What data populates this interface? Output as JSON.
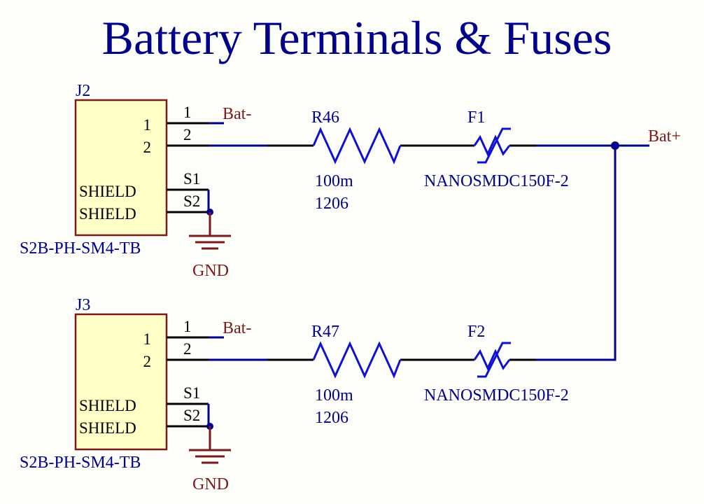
{
  "title": "Battery Terminals & Fuses",
  "colors": {
    "wire": "#00008a",
    "component_body": "#ffffc8",
    "component_outline": "#7a1a1a",
    "net_label": "#7a1a1a",
    "resistor_symbol": "#1010d0"
  },
  "circuits": [
    {
      "connector": {
        "designator": "J2",
        "part": "S2B-PH-SM4-TB",
        "pins": [
          {
            "label": "1",
            "number": "1"
          },
          {
            "label": "2",
            "number": "2"
          },
          {
            "label": "SHIELD",
            "number": "S1"
          },
          {
            "label": "SHIELD",
            "number": "S2"
          }
        ]
      },
      "pin1_net": "Bat-",
      "ground_label": "GND",
      "resistor": {
        "designator": "R46",
        "value": "100m",
        "package": "1206"
      },
      "fuse": {
        "designator": "F1",
        "value": "NANOSMDC150F-2"
      }
    },
    {
      "connector": {
        "designator": "J3",
        "part": "S2B-PH-SM4-TB",
        "pins": [
          {
            "label": "1",
            "number": "1"
          },
          {
            "label": "2",
            "number": "2"
          },
          {
            "label": "SHIELD",
            "number": "S1"
          },
          {
            "label": "SHIELD",
            "number": "S2"
          }
        ]
      },
      "pin1_net": "Bat-",
      "ground_label": "GND",
      "resistor": {
        "designator": "R47",
        "value": "100m",
        "package": "1206"
      },
      "fuse": {
        "designator": "F2",
        "value": "NANOSMDC150F-2"
      }
    }
  ],
  "output_net": "Bat+"
}
